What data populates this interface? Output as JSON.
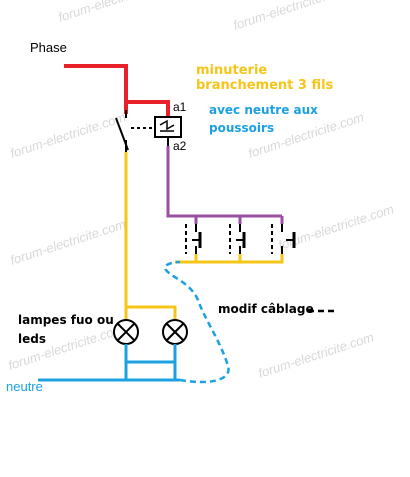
{
  "labels": {
    "phase": "Phase",
    "timer_title_line1": "minuterie",
    "timer_title_line2": "branchement 3 fils",
    "timer_note_line1": "avec neutre aux",
    "timer_note_line2": "poussoirs",
    "terminal_a1": "a1",
    "terminal_a2": "a2",
    "lamps_line1": "lampes fuo ou",
    "lamps_line2": "leds",
    "neutral": "neutre",
    "modif": "modif câblage"
  },
  "watermark": {
    "text": "forum-electricite.com"
  },
  "colors": {
    "phase_wire": "#e8202a",
    "lamp_wire": "#f5c518",
    "pusher_wire": "#9b4fa3",
    "neutral_wire": "#1ba1e2",
    "component": "#000000",
    "timer_title": "#f5c518",
    "timer_note": "#1ba1e2",
    "neutral_label": "#1ba1e2",
    "watermark": "#d4d4d4"
  }
}
